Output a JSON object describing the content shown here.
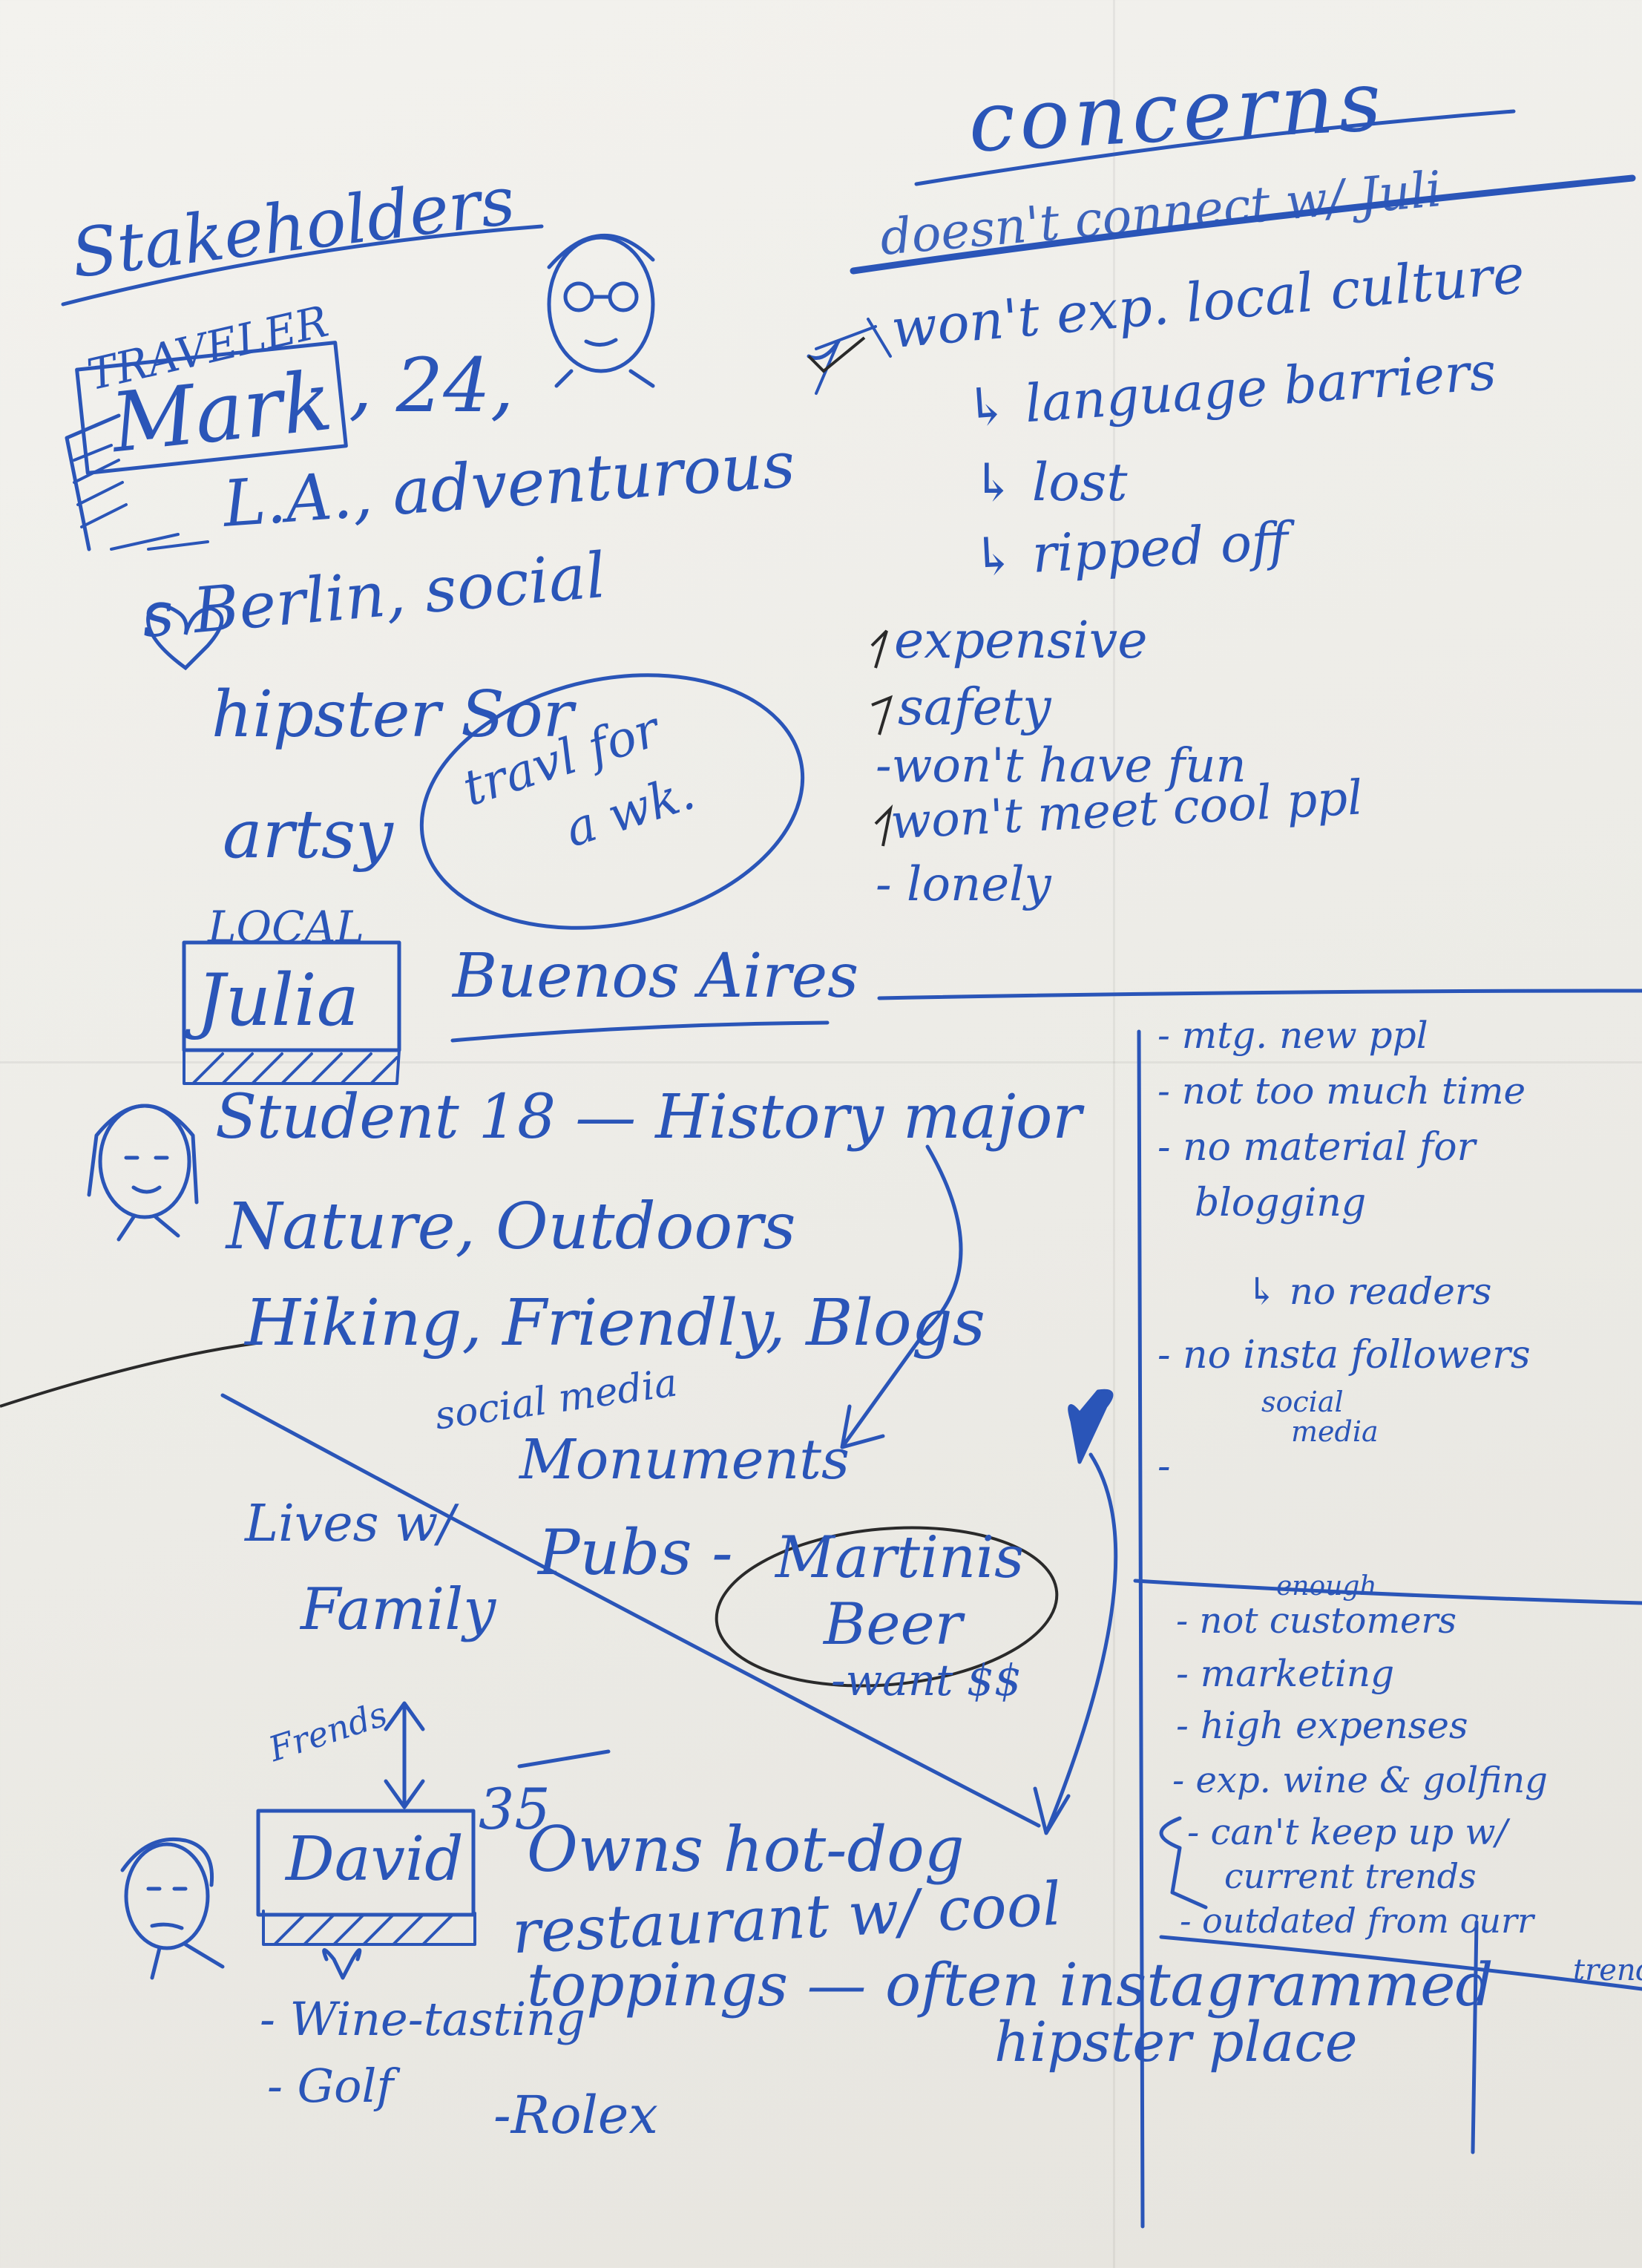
{
  "stakeholders": {
    "heading": "Stakeholders",
    "traveler": {
      "role": "TRAVELER",
      "name": "Mark",
      "age": ", 24,",
      "lines": [
        "L.A., adventurous",
        "s Berlin, social",
        "hipster Sor",
        "artsy"
      ],
      "note": [
        "travl for",
        "a wk."
      ]
    },
    "local": {
      "role": "LOCAL",
      "name": "Julia",
      "city": "Buenos Aires",
      "lines": [
        "Student  18 — History  major",
        "Nature, Outdoors",
        "Hiking, Friendly, Blogs",
        "social media",
        "Monuments",
        "Pubs -",
        "Lives w/",
        "Family",
        "-want $$"
      ],
      "circled": [
        "Martinis",
        "Beer"
      ]
    },
    "owner": {
      "name": "David",
      "age": "35",
      "relation": "Frends",
      "lines": [
        "Owns hot-dog",
        "restaurant w/ cool",
        "toppings — often instagrammed",
        "hipster place"
      ],
      "likes": [
        "- Wine-tasting",
        "- Golf",
        "-Rolex"
      ]
    }
  },
  "concerns": {
    "heading": "concerns",
    "struck": "doesn't connect w/ Juli",
    "traveler": [
      "won't exp. local culture",
      "↳ language barriers",
      "↳ lost",
      "↳ ripped off",
      "expensive",
      "safety",
      "-won't have fun",
      "won't meet cool ppl",
      "- lonely"
    ],
    "local": [
      "- mtg. new ppl",
      "- not too much time",
      "- no material for",
      "blogging",
      "↳ no readers",
      "- no insta followers",
      "social",
      "media",
      "-"
    ],
    "owner": [
      "enough",
      "- not customers",
      "- marketing",
      "- high expenses",
      "- exp. wine & golfing",
      "- can't keep up w/",
      "current trends",
      "- outdated from curr",
      "trend"
    ]
  },
  "colors": {
    "ink": "#2a55b8",
    "dark_ink": "#2a2a2a",
    "paper": "#f1f0ec"
  }
}
